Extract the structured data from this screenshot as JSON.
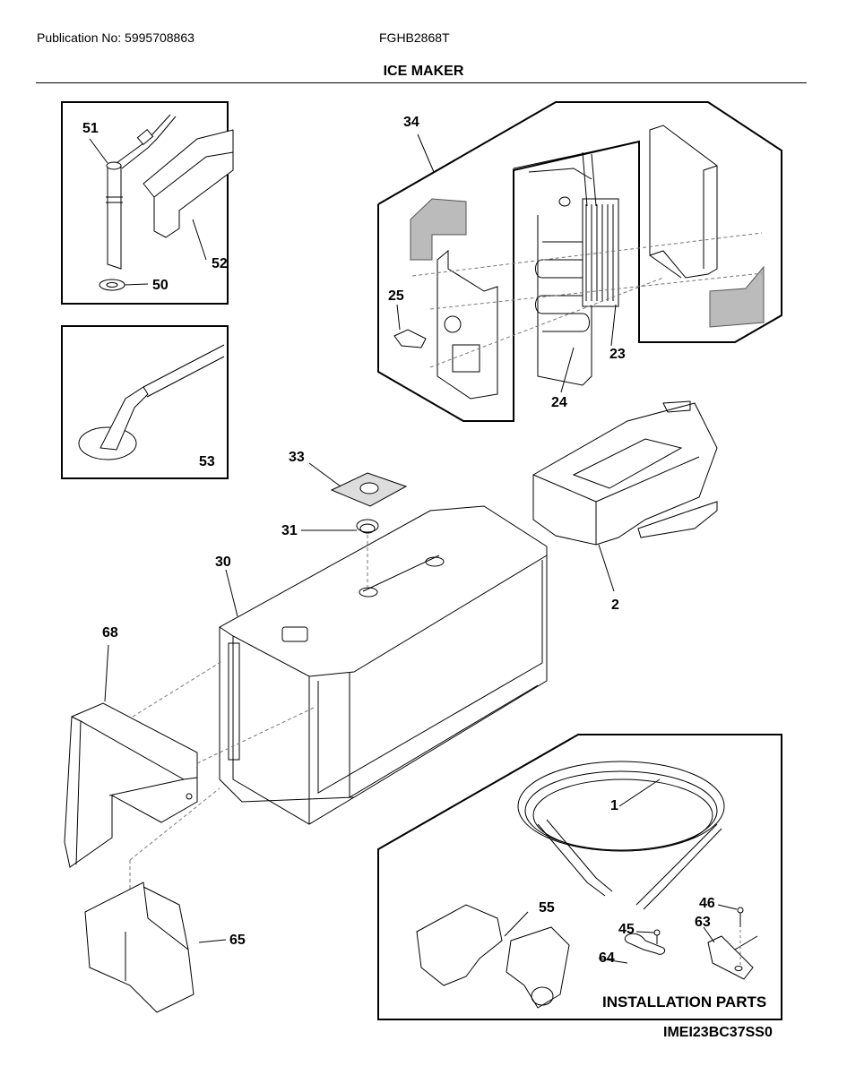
{
  "header": {
    "publication": "Publication No: 5995708863",
    "model": "FGHB2868T",
    "section_title": "ICE MAKER"
  },
  "callouts": {
    "p1": "1",
    "p2": "2",
    "p23": "23",
    "p24": "24",
    "p25": "25",
    "p30": "30",
    "p31": "31",
    "p33": "33",
    "p34": "34",
    "p45": "45",
    "p46": "46",
    "p50": "50",
    "p51": "51",
    "p52": "52",
    "p53": "53",
    "p55": "55",
    "p63": "63",
    "p64": "64",
    "p65": "65",
    "p68": "68"
  },
  "installation_caption": "INSTALLATION PARTS",
  "drawing_code": "IMEI23BC37SS0"
}
